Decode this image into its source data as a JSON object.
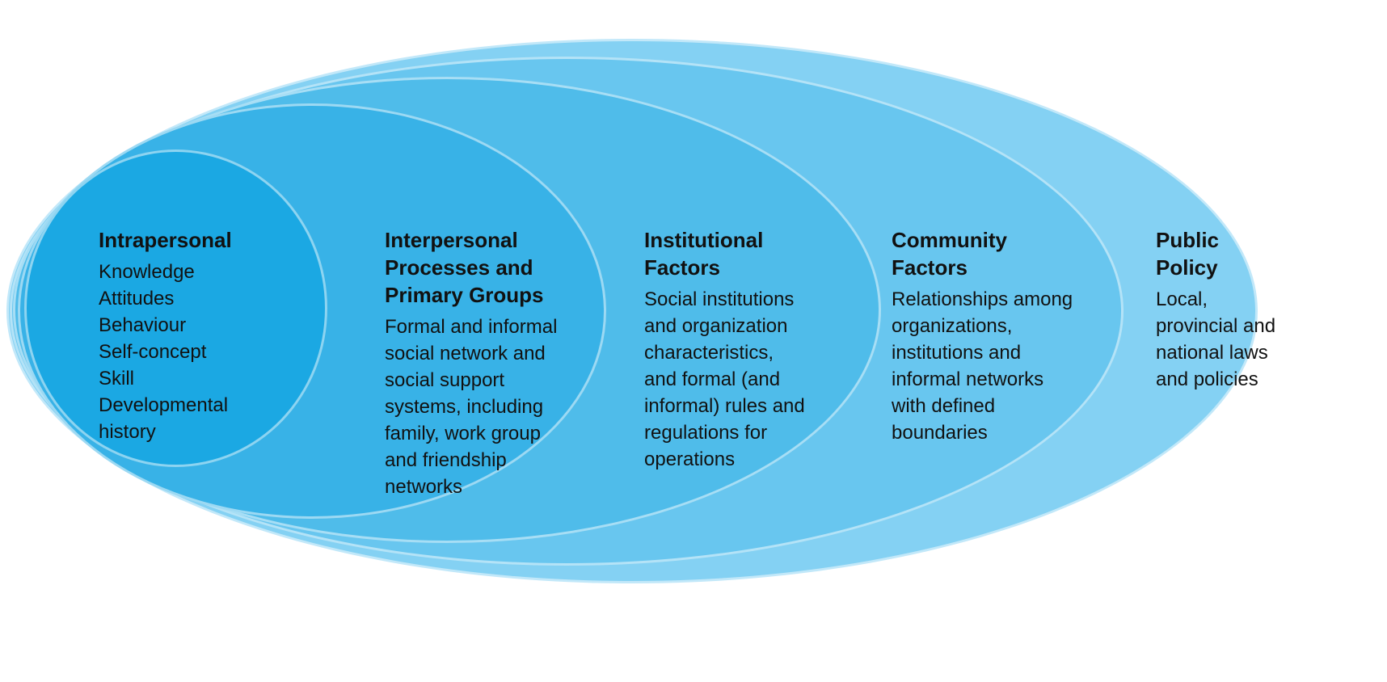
{
  "diagram": {
    "type": "nested-ellipses",
    "background": "#FFFFFF",
    "ring_stroke": "rgba(255,255,255,0.5)",
    "text_color": "#111111",
    "rings": [
      {
        "id": "intrapersonal",
        "label": "Intrapersonal",
        "body": "Knowledge\nAttitudes\nBehaviour\nSelf-concept\nSkill\nDevelopmental\nhistory",
        "fill": "#1BA8E3"
      },
      {
        "id": "interpersonal-processes-and-primary-groups",
        "label": "Interpersonal\nProcesses and\nPrimary Groups",
        "body": "Formal and informal\nsocial network and\nsocial support\nsystems, including\nfamily, work group\nand friendship\nnetworks",
        "fill": "#38B2E7"
      },
      {
        "id": "institutional-factors",
        "label": "Institutional\nFactors",
        "body": "Social institutions\nand organization\ncharacteristics,\nand formal (and\ninformal) rules and\nregulations for\noperations",
        "fill": "#4FBCEA"
      },
      {
        "id": "community-factors",
        "label": "Community\nFactors",
        "body": "Relationships among\norganizations,\ninstitutions and\ninformal networks\nwith defined\nboundaries",
        "fill": "#68C6EF"
      },
      {
        "id": "public-policy",
        "label": "Public\nPolicy",
        "body": "Local,\nprovincial and\nnational laws\nand policies",
        "fill": "#84D1F3"
      }
    ]
  }
}
